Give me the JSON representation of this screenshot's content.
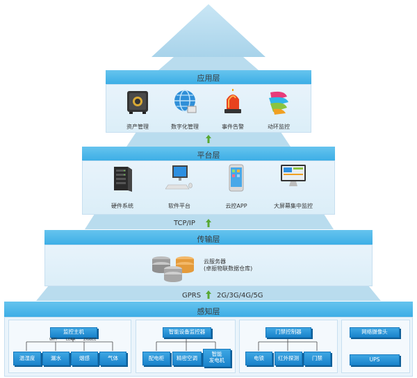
{
  "layers": {
    "app": {
      "title": "应用层",
      "items": [
        "资产管理",
        "数字化管理",
        "事件告警",
        "动环监控"
      ]
    },
    "platform": {
      "title": "平台层",
      "items": [
        "硬件系统",
        "软件平台",
        "云控APP",
        "大屏幕集中监控"
      ]
    },
    "transport": {
      "title": "传输层",
      "server_label": "云服务器",
      "server_sub": "(卓振物联数据仓库)"
    },
    "perception": {
      "title": "感知层",
      "groups": [
        {
          "head": "监控主机",
          "protocols": [
            "WIFI",
            "LORA",
            "ZIGBEE"
          ],
          "children": [
            "温湿度",
            "漏水",
            "烟感",
            "气体"
          ]
        },
        {
          "head": "智能设备监控器",
          "children": [
            "配电柜",
            "精密空调",
            "智能\n发电机"
          ]
        },
        {
          "head": "门禁控制器",
          "children": [
            "电锁",
            "红外探测",
            "门禁"
          ]
        },
        {
          "head": "网络摄像头",
          "children": [
            "UPS"
          ]
        }
      ]
    }
  },
  "links": {
    "tcpip": "TCP/IP",
    "gprs": "GPRS",
    "mobile": "2G/3G/4G/5G"
  },
  "icons": {
    "app": [
      "safe-icon",
      "globe-icon",
      "alarm-light-icon",
      "ribbon-monitor-icon"
    ],
    "platform": [
      "server-rack-icon",
      "desktop-computer-icon",
      "mobile-phone-icon",
      "monitor-screen-icon"
    ],
    "transport": [
      "database-server-icon"
    ]
  },
  "colors": {
    "band": "#4bb6ea",
    "pyramid": "#b7dcef",
    "tag": "#1e8ad0",
    "arrow": "#58a832"
  }
}
